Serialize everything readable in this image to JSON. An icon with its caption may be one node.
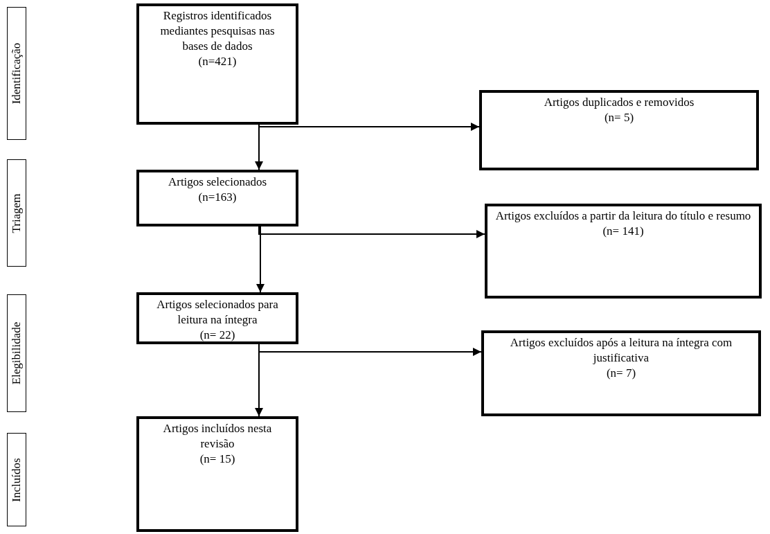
{
  "diagram": {
    "nodes": [
      {
        "text": [
          "Identificação"
        ]
      },
      {
        "text": [
          "Registros identificados mediantes pesquisas nas bases de dados",
          "(n=421)"
        ]
      },
      {
        "text": [
          "Artigos duplicados e removidos",
          "(n= 5)"
        ]
      },
      {
        "text": [
          "Triagem"
        ]
      },
      {
        "text": [
          "Artigos selecionados",
          "(n=163)"
        ]
      },
      {
        "text": [
          "Artigos excluídos a partir da leitura do título e resumo",
          "(n= 141)"
        ]
      },
      {
        "text": [
          "Elegibilidade"
        ]
      },
      {
        "text": [
          "Artigos selecionados para leitura na íntegra",
          "(n= 22)"
        ]
      },
      {
        "text": [
          "Artigos excluídos após a leitura na íntegra com justificativa",
          "(n= 7)"
        ]
      },
      {
        "text": [
          "Incluídos"
        ]
      },
      {
        "text": [
          "Artigos incluídos nesta revisão",
          "(n= 15)"
        ]
      }
    ],
    "edges": [
      {
        "from": 1,
        "to": 4,
        "arrow": "to"
      },
      {
        "from": 1,
        "to": 2,
        "arrow": "to"
      },
      {
        "from": 4,
        "to": 7,
        "arrow": "to"
      },
      {
        "from": 4,
        "to": 5,
        "arrow": "to"
      },
      {
        "from": 7,
        "to": 10,
        "arrow": "to"
      },
      {
        "from": 7,
        "to": 8,
        "arrow": "to"
      }
    ]
  }
}
